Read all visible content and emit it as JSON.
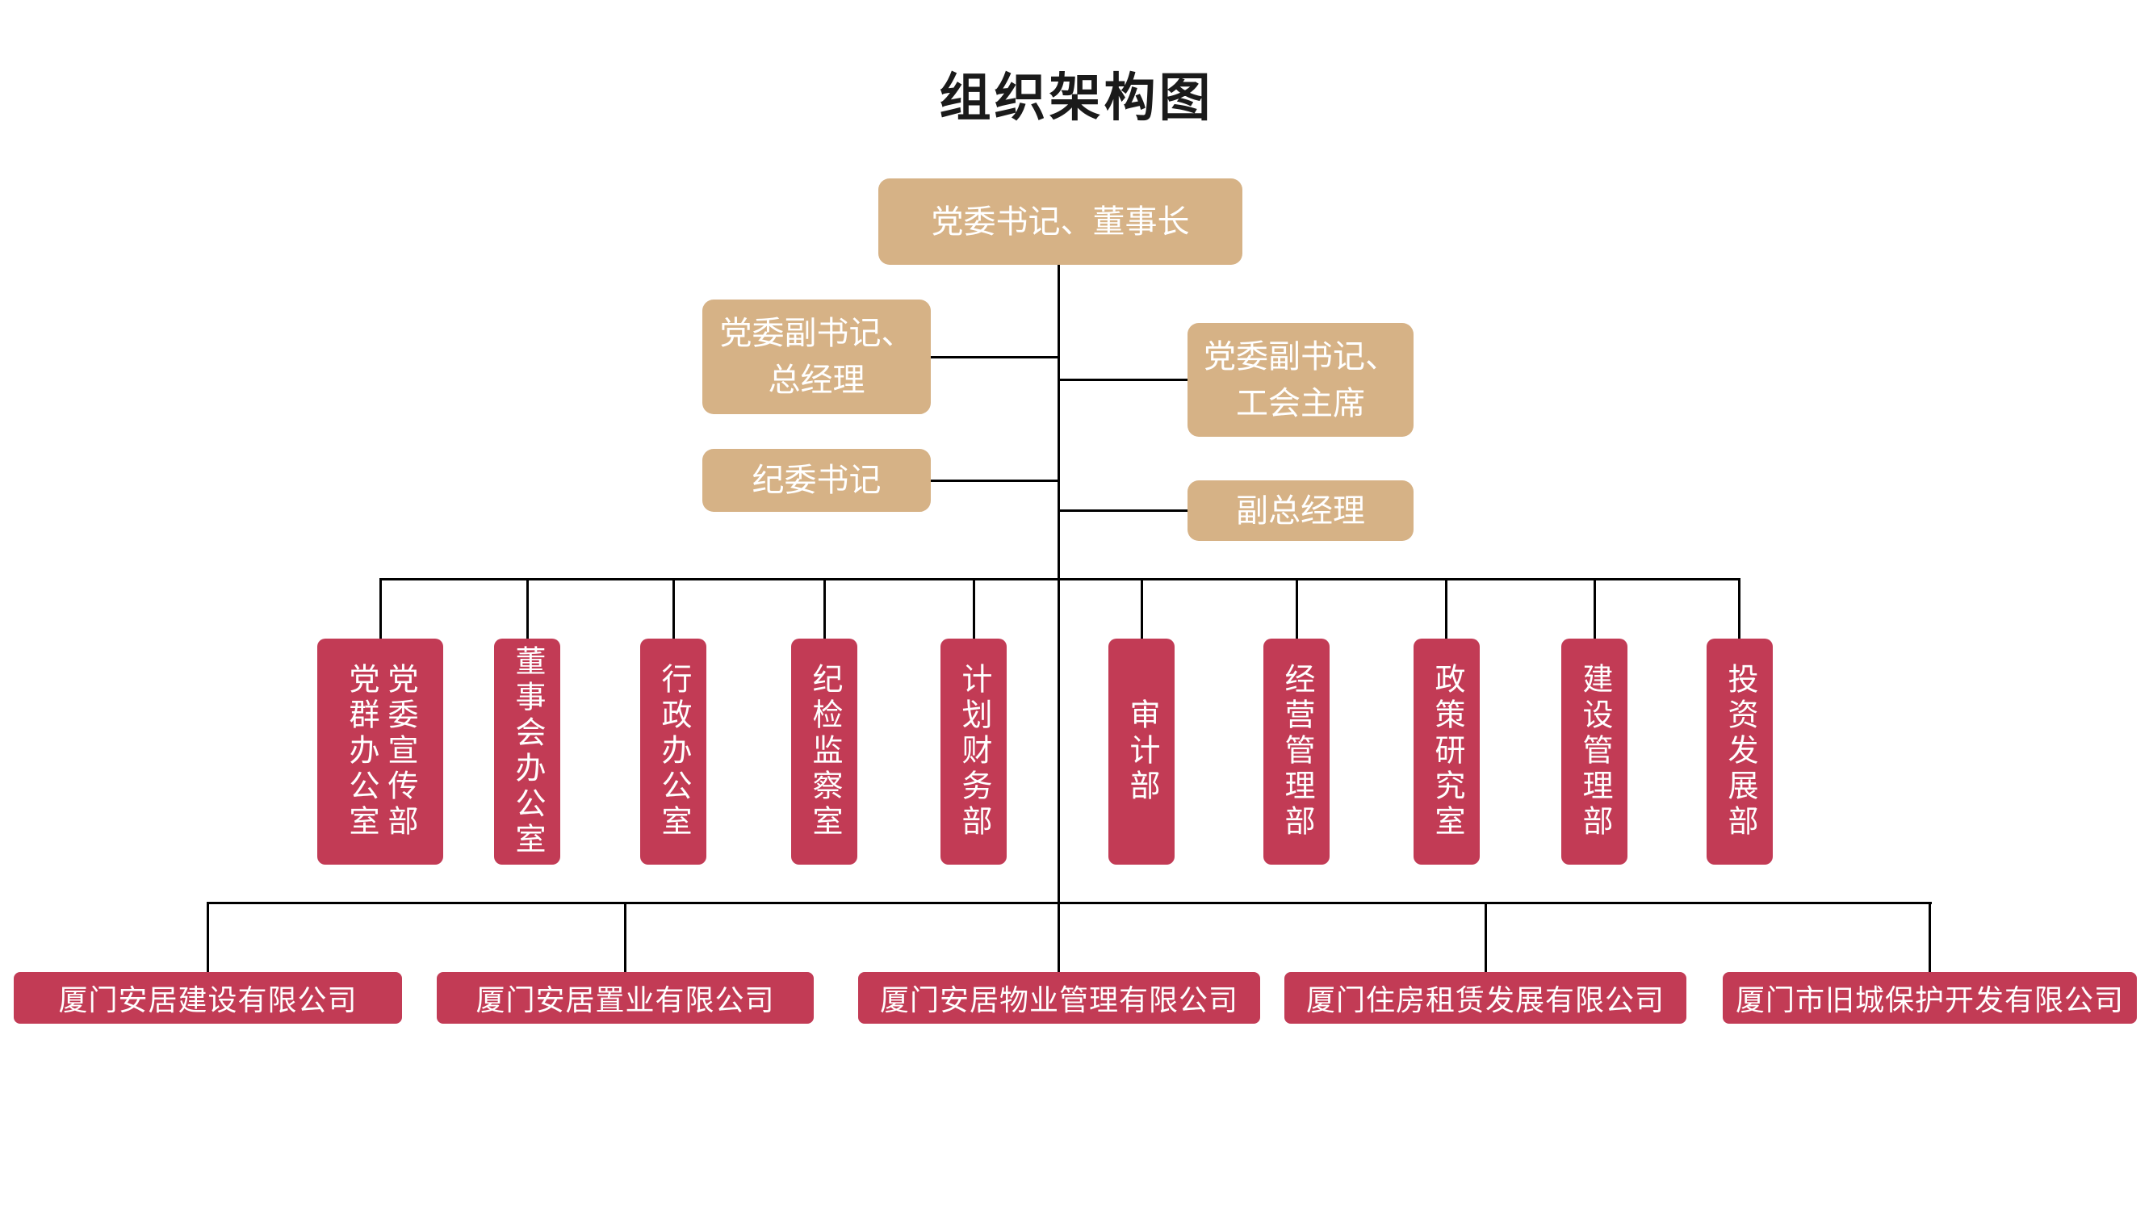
{
  "title": "组织架构图",
  "colors": {
    "background": "#FFFFFF",
    "tan_box": "#D6B286",
    "red_box": "#C23B55",
    "box_text": "#FFFFFF",
    "line": "#000000",
    "title_text": "#1A1A1A"
  },
  "root": {
    "label": "党委书记、董事长"
  },
  "executives": [
    {
      "label": "党委副书记、\n总经理"
    },
    {
      "label": "党委副书记、\n工会主席"
    },
    {
      "label": "纪委书记"
    },
    {
      "label": "副总经理"
    }
  ],
  "departments": [
    {
      "label": "党群办公室",
      "label2": "党委宣传部"
    },
    {
      "label": "董事会办公室"
    },
    {
      "label": "行政办公室"
    },
    {
      "label": "纪检监察室"
    },
    {
      "label": "计划财务部"
    },
    {
      "label": "审计部"
    },
    {
      "label": "经营管理部"
    },
    {
      "label": "政策研究室"
    },
    {
      "label": "建设管理部"
    },
    {
      "label": "投资发展部"
    }
  ],
  "subsidiaries": [
    {
      "label": "厦门安居建设有限公司"
    },
    {
      "label": "厦门安居置业有限公司"
    },
    {
      "label": "厦门安居物业管理有限公司"
    },
    {
      "label": "厦门住房租赁发展有限公司"
    },
    {
      "label": "厦门市旧城保护开发有限公司"
    }
  ]
}
